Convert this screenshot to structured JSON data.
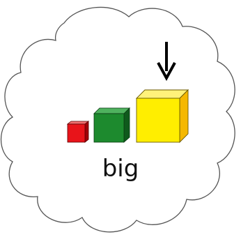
{
  "caption": "big",
  "colors": {
    "cloud_fill": "#ffffff",
    "cloud_stroke": "#555555",
    "small_cube": "#e8141a",
    "medium_cube": "#1d8a2e",
    "large_cube": "#ffee00",
    "large_cube_side": "#f5b800",
    "arrow": "#000000"
  },
  "icons": {
    "cloud": "thought-cloud",
    "arrow": "down-arrow",
    "cubes": [
      "small-cube",
      "medium-cube",
      "large-cube"
    ]
  },
  "highlighted_cube": "large-cube"
}
